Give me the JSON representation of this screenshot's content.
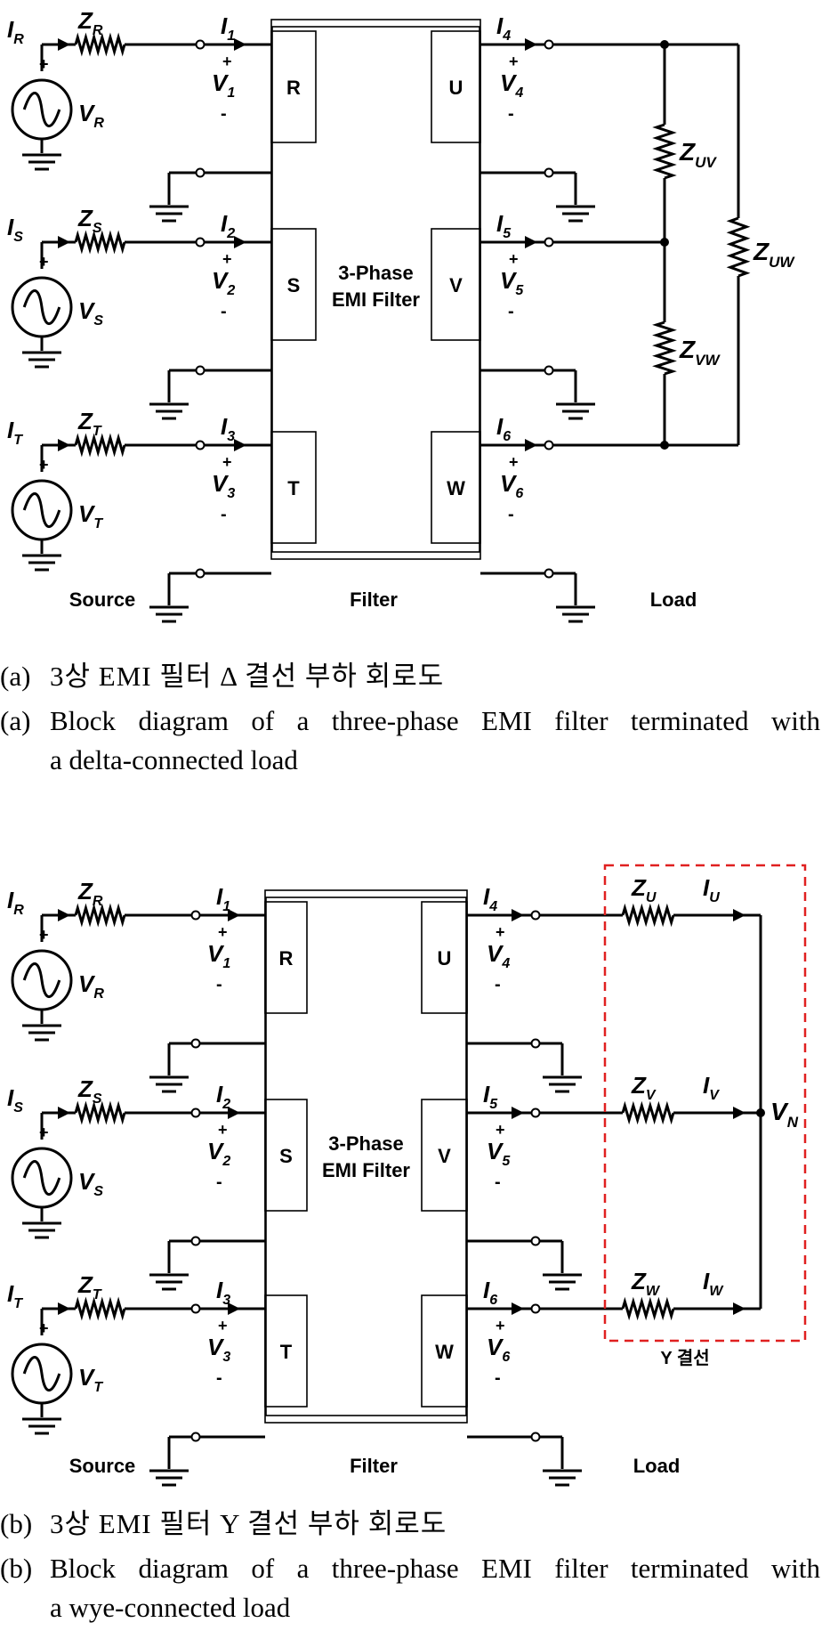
{
  "diagram_a": {
    "sources": [
      {
        "current": "I",
        "current_sub": "R",
        "impedance": "Z",
        "impedance_sub": "R",
        "voltage": "V",
        "voltage_sub": "R"
      },
      {
        "current": "I",
        "current_sub": "S",
        "impedance": "Z",
        "impedance_sub": "S",
        "voltage": "V",
        "voltage_sub": "S"
      },
      {
        "current": "I",
        "current_sub": "T",
        "impedance": "Z",
        "impedance_sub": "T",
        "voltage": "V",
        "voltage_sub": "T"
      }
    ],
    "input_ports": [
      {
        "current": "I",
        "current_sub": "1",
        "voltage": "V",
        "voltage_sub": "1",
        "pin": "R"
      },
      {
        "current": "I",
        "current_sub": "2",
        "voltage": "V",
        "voltage_sub": "2",
        "pin": "S"
      },
      {
        "current": "I",
        "current_sub": "3",
        "voltage": "V",
        "voltage_sub": "3",
        "pin": "T"
      }
    ],
    "output_ports": [
      {
        "current": "I",
        "current_sub": "4",
        "voltage": "V",
        "voltage_sub": "4",
        "pin": "U"
      },
      {
        "current": "I",
        "current_sub": "5",
        "voltage": "V",
        "voltage_sub": "5",
        "pin": "V"
      },
      {
        "current": "I",
        "current_sub": "6",
        "voltage": "V",
        "voltage_sub": "6",
        "pin": "W"
      }
    ],
    "filter_label_line1": "3-Phase",
    "filter_label_line2": "EMI Filter",
    "load_impedances": [
      {
        "name": "Z",
        "sub": "UV"
      },
      {
        "name": "Z",
        "sub": "VW"
      },
      {
        "name": "Z",
        "sub": "UW"
      }
    ],
    "section_labels": {
      "source": "Source",
      "filter": "Filter",
      "load": "Load"
    },
    "plus": "+",
    "minus": "-"
  },
  "caption_a": {
    "tag": "(a)",
    "korean": "3상 EMI 필터 Δ 결선 부하 회로도",
    "english_line1": "Block diagram of a three-phase EMI filter terminated with",
    "english_line2": "a delta-connected load"
  },
  "diagram_b": {
    "load_branches": [
      {
        "impedance": "Z",
        "impedance_sub": "U",
        "current": "I",
        "current_sub": "U"
      },
      {
        "impedance": "Z",
        "impedance_sub": "V",
        "current": "I",
        "current_sub": "V"
      },
      {
        "impedance": "Z",
        "impedance_sub": "W",
        "current": "I",
        "current_sub": "W"
      }
    ],
    "neutral": "V",
    "neutral_sub": "N",
    "wye_box_label": "Y 결선",
    "wye_box_color": "#e02020"
  },
  "caption_b": {
    "tag": "(b)",
    "korean": "3상 EMI 필터 Y 결선 부하 회로도",
    "english_line1": "Block diagram of a three-phase EMI filter terminated with",
    "english_line2": "a wye-connected load"
  }
}
